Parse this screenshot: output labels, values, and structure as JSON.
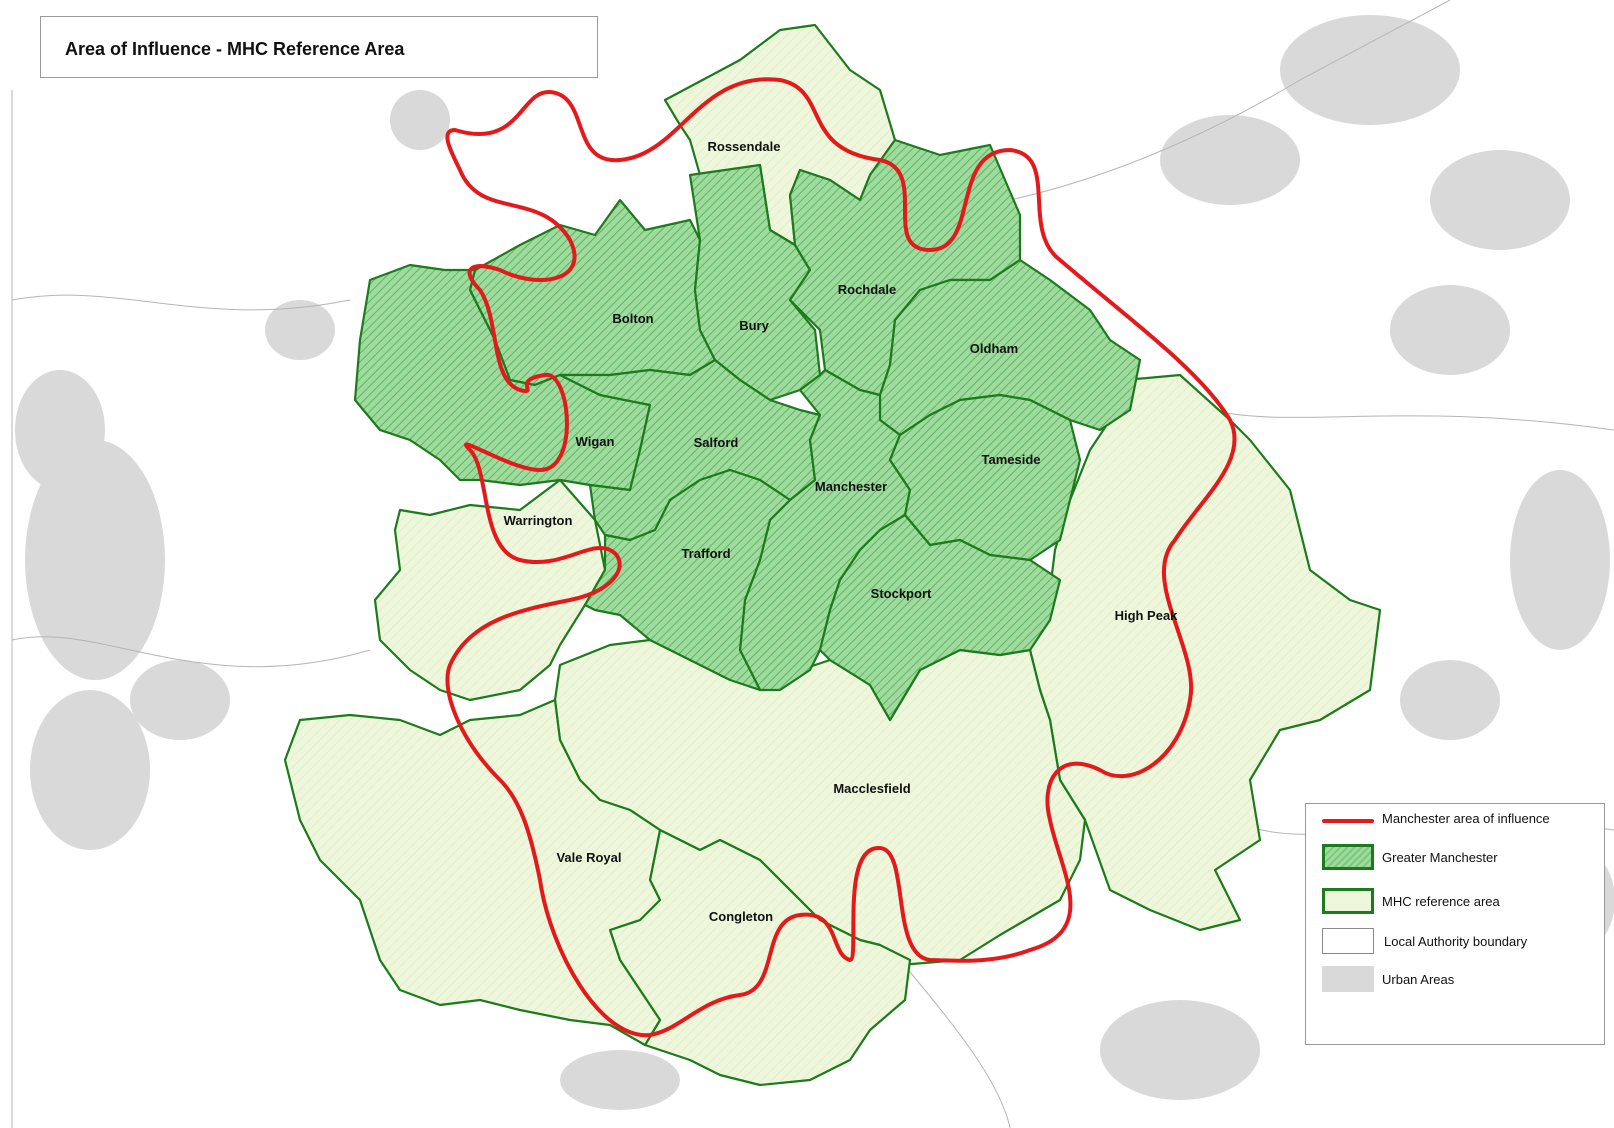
{
  "title": "Area of Influence - MHC Reference Area",
  "districts": [
    {
      "id": "rossendale",
      "name": "Rossendale"
    },
    {
      "id": "bolton",
      "name": "Bolton"
    },
    {
      "id": "bury",
      "name": "Bury"
    },
    {
      "id": "rochdale",
      "name": "Rochdale"
    },
    {
      "id": "oldham",
      "name": "Oldham"
    },
    {
      "id": "wigan",
      "name": "Wigan"
    },
    {
      "id": "salford",
      "name": "Salford"
    },
    {
      "id": "manchester",
      "name": "Manchester"
    },
    {
      "id": "tameside",
      "name": "Tameside"
    },
    {
      "id": "warrington",
      "name": "Warrington"
    },
    {
      "id": "trafford",
      "name": "Trafford"
    },
    {
      "id": "stockport",
      "name": "Stockport"
    },
    {
      "id": "high-peak",
      "name": "High Peak"
    },
    {
      "id": "macclesfield",
      "name": "Macclesfield"
    },
    {
      "id": "vale-royal",
      "name": "Vale Royal"
    },
    {
      "id": "congleton",
      "name": "Congleton"
    }
  ],
  "legend": {
    "influence": "Manchester area of influence",
    "greater_manchester": "Greater Manchester",
    "mhc": "MHC reference area",
    "la_boundary": "Local Authority boundary",
    "urban": "Urban Areas"
  },
  "colors": {
    "influence_line": "#e31a1c",
    "gm_fill": "#8fd28f",
    "mhc_fill": "#eef7dc",
    "boundary": "#1d7a1d",
    "urban": "#d9d9d9"
  }
}
